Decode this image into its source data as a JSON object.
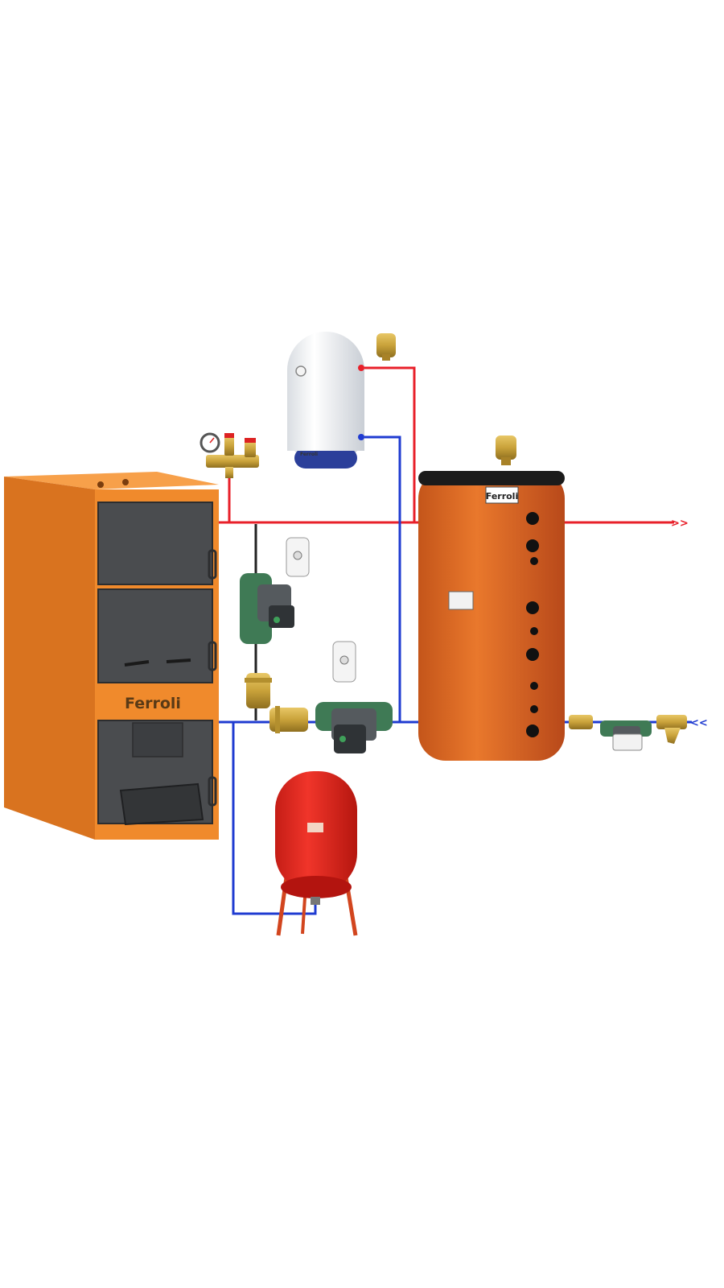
{
  "diagram": {
    "boiler": {
      "brand": "Ferroli"
    },
    "buffer_tank": {
      "brand": "Ferroli"
    },
    "water_heater": {
      "brand": "Ferroli"
    },
    "flow_out_arrow": ">>",
    "return_in_arrow": "<<"
  },
  "colors": {
    "hot_pipe": "#e8202a",
    "cold_pipe": "#1f3bd1",
    "boiler_body": "#f08a2c",
    "buffer_tank": "#dd6a22",
    "expansion_vessel": "#e5281f",
    "brass": "#c9a23a",
    "pump_green": "#3f7a55"
  }
}
